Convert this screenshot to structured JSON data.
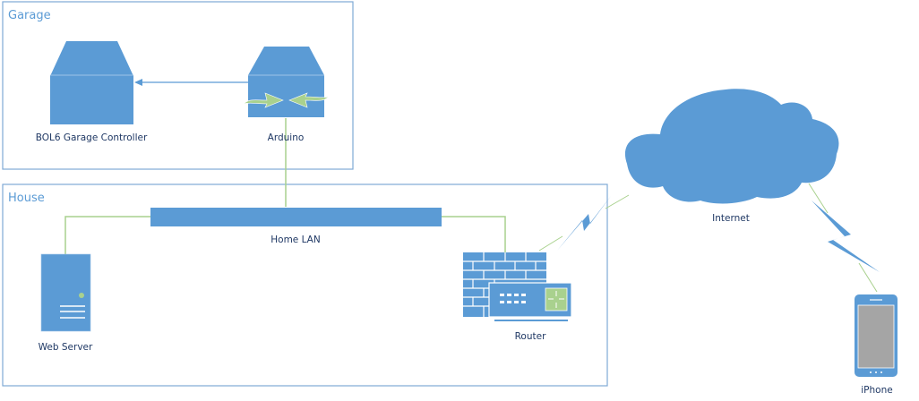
{
  "diagram": {
    "groups": [
      {
        "id": "garage",
        "label": "Garage"
      },
      {
        "id": "house",
        "label": "House"
      }
    ],
    "nodes": {
      "garage_controller": {
        "label": "BOL6 Garage Controller",
        "icon": "server-box-icon"
      },
      "arduino": {
        "label": "Arduino",
        "icon": "switch-box-icon"
      },
      "home_lan": {
        "label": "Home LAN",
        "icon": "network-bus-icon"
      },
      "web_server": {
        "label": "Web Server",
        "icon": "tower-server-icon"
      },
      "router": {
        "label": "Router",
        "icon": "firewall-router-icon"
      },
      "internet": {
        "label": "Internet",
        "icon": "cloud-icon"
      },
      "iphone": {
        "label": "iPhone",
        "icon": "smartphone-icon"
      }
    },
    "edges": [
      {
        "from": "arduino",
        "to": "garage_controller",
        "style": "arrow"
      },
      {
        "from": "arduino",
        "to": "home_lan",
        "style": "line"
      },
      {
        "from": "home_lan",
        "to": "web_server",
        "style": "line"
      },
      {
        "from": "home_lan",
        "to": "router",
        "style": "line"
      },
      {
        "from": "router",
        "to": "internet",
        "style": "wireless"
      },
      {
        "from": "internet",
        "to": "iphone",
        "style": "wireless"
      }
    ],
    "colors": {
      "shape_fill": "#5b9bd5",
      "connector": "#a9d18e",
      "group_border": "#5b9bd5",
      "label_text": "#1f3864",
      "screen": "#a5a5a5"
    }
  }
}
